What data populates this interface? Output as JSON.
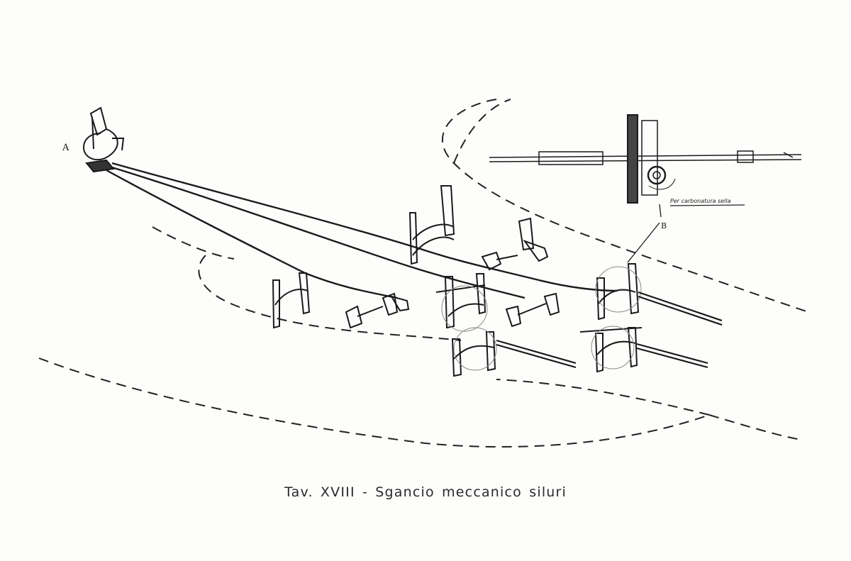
{
  "caption": "Tav. XVIII - Sgancio meccanico siluri",
  "labels": {
    "a": "A",
    "b": "B"
  },
  "inset_note": "Per carbonatura sella",
  "colors": {
    "ink": "#1a1a1a",
    "paper": "#fdfdfb"
  }
}
